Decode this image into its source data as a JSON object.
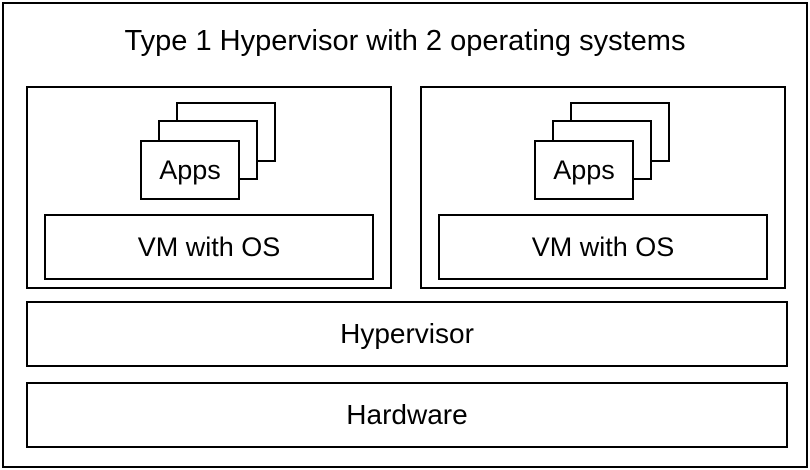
{
  "title": "Type 1 Hypervisor with 2 operating systems",
  "vms": [
    {
      "apps_label": "Apps",
      "os_label": "VM with OS"
    },
    {
      "apps_label": "Apps",
      "os_label": "VM with OS"
    }
  ],
  "hypervisor_label": "Hypervisor",
  "hardware_label": "Hardware"
}
